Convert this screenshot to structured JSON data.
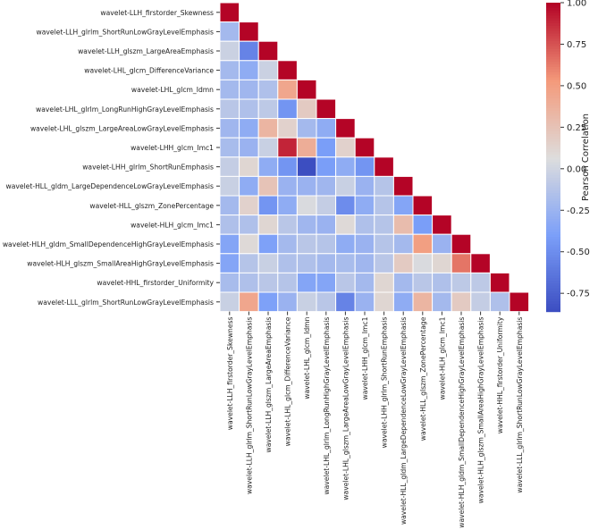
{
  "chart_data": {
    "type": "heatmap",
    "title": "",
    "colorbar_label": "Pearson Correlation",
    "colormap": "coolwarm",
    "vmin": -0.86,
    "vmax": 1.0,
    "colorbar_ticks": [
      "1.00",
      "0.75",
      "0.50",
      "0.25",
      "0.00",
      "-0.25",
      "-0.50",
      "-0.75"
    ],
    "mask": "upper-triangle",
    "labels": [
      "wavelet-LLH_firstorder_Skewness",
      "wavelet-LLH_glrlm_ShortRunLowGrayLevelEmphasis",
      "wavelet-LLH_glszm_LargeAreaEmphasis",
      "wavelet-LHL_glcm_DifferenceVariance",
      "wavelet-LHL_glcm_Idmn",
      "wavelet-LHL_glrlm_LongRunHighGrayLevelEmphasis",
      "wavelet-LHL_glszm_LargeAreaLowGrayLevelEmphasis",
      "wavelet-LHH_glcm_Imc1",
      "wavelet-LHH_glrlm_ShortRunEmphasis",
      "wavelet-HLL_gldm_LargeDependenceLowGrayLevelEmphasis",
      "wavelet-HLL_glszm_ZonePercentage",
      "wavelet-HLH_glcm_Imc1",
      "wavelet-HLH_gldm_SmallDependenceHighGrayLevelEmphasis",
      "wavelet-HLH_glszm_SmallAreaHighGrayLevelEmphasis",
      "wavelet-HHL_firstorder_Uniformity",
      "wavelet-LLL_glrlm_ShortRunLowGrayLevelEmphasis"
    ],
    "values": [
      [
        1
      ],
      [
        -0.2,
        1
      ],
      [
        -0.02,
        -0.55,
        1
      ],
      [
        -0.2,
        -0.3,
        -0.02,
        1
      ],
      [
        -0.2,
        -0.22,
        -0.15,
        0.45,
        1
      ],
      [
        -0.1,
        -0.15,
        -0.08,
        -0.45,
        0.2,
        1
      ],
      [
        -0.22,
        -0.3,
        0.35,
        0.15,
        -0.2,
        -0.3,
        1
      ],
      [
        -0.18,
        -0.25,
        -0.03,
        0.9,
        0.4,
        -0.4,
        0.15,
        1
      ],
      [
        -0.05,
        0.12,
        -0.3,
        -0.45,
        -0.85,
        -0.4,
        -0.3,
        -0.45,
        1
      ],
      [
        -0.03,
        -0.3,
        0.25,
        -0.25,
        -0.25,
        -0.22,
        -0.03,
        -0.25,
        -0.12,
        1
      ],
      [
        -0.2,
        0.15,
        -0.45,
        -0.3,
        0.05,
        -0.05,
        -0.5,
        -0.3,
        -0.12,
        -0.35,
        1
      ],
      [
        -0.15,
        -0.15,
        0.12,
        -0.1,
        -0.22,
        -0.25,
        0.1,
        -0.15,
        -0.12,
        0.3,
        -0.4,
        1
      ],
      [
        -0.35,
        0.1,
        -0.38,
        -0.2,
        -0.1,
        -0.12,
        -0.3,
        -0.25,
        -0.12,
        -0.2,
        0.5,
        -0.25,
        1
      ],
      [
        -0.35,
        -0.12,
        -0.03,
        -0.15,
        -0.15,
        -0.2,
        -0.18,
        -0.22,
        -0.1,
        0.2,
        0.05,
        0.12,
        0.65,
        1
      ],
      [
        -0.18,
        -0.15,
        -0.1,
        -0.12,
        -0.35,
        -0.35,
        -0.1,
        -0.2,
        0.12,
        -0.2,
        -0.1,
        -0.15,
        -0.08,
        -0.08,
        1
      ],
      [
        -0.03,
        0.45,
        -0.38,
        -0.25,
        -0.03,
        -0.1,
        -0.55,
        -0.25,
        0.12,
        -0.3,
        0.35,
        -0.2,
        0.2,
        -0.05,
        -0.15,
        1
      ]
    ]
  }
}
